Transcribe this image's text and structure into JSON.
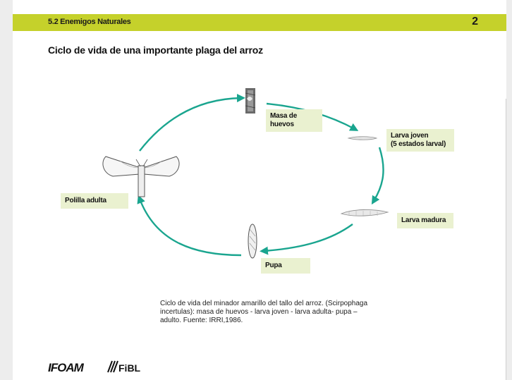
{
  "header": {
    "section": "5.2 Enemigos Naturales",
    "page_number": "2"
  },
  "title": "Ciclo de vida de una importante plaga del arroz",
  "stages": [
    {
      "line1": "Masa de",
      "line2": "huevos",
      "icon": "egg-mass-icon"
    },
    {
      "line1": "Larva joven",
      "line2": "(5 estados larval)",
      "icon": "young-larva-icon"
    },
    {
      "line1": "Larva madura",
      "icon": "mature-larva-icon"
    },
    {
      "line1": "Pupa",
      "icon": "pupa-icon"
    },
    {
      "line1": "Polilla adulta",
      "icon": "adult-moth-icon"
    }
  ],
  "caption": [
    "Ciclo de vida del minador amarillo del tallo del arroz. (Scirpophaga",
    "incertulas): masa de huevos - larva joven - larva adulta- pupa –",
    "adulto. Fuente: IRRI,1986."
  ],
  "logos": {
    "ifoam": "IFOAM",
    "fibl": "FiBL"
  },
  "colors": {
    "header": "#c5d12b",
    "arrow": "#1aa58f",
    "label_bg": "#eaf1d0"
  }
}
